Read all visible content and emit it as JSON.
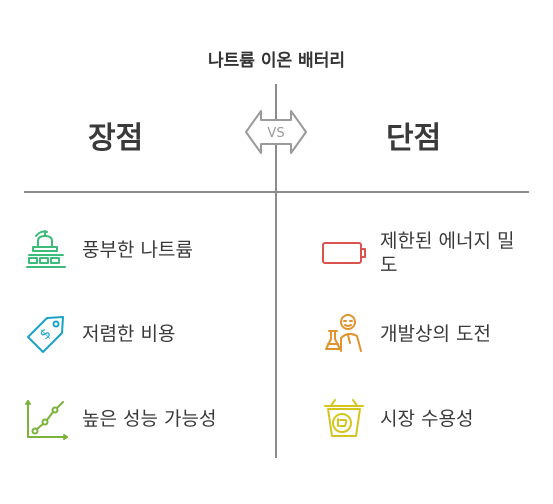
{
  "title": "나트륨 이온 배터리",
  "vs_label": "VS",
  "pros": {
    "heading": "장점",
    "items": [
      {
        "text": "풍부한 나트륨",
        "icon": "salt-deposit-icon"
      },
      {
        "text": "저렴한 비용",
        "icon": "price-tag-icon"
      },
      {
        "text": "높은 성능 가능성",
        "icon": "growth-chart-icon"
      }
    ]
  },
  "cons": {
    "heading": "단점",
    "items": [
      {
        "text": "제한된 에너지 밀도",
        "icon": "low-battery-icon"
      },
      {
        "text": "개발상의 도전",
        "icon": "scientist-icon"
      },
      {
        "text": "시장 수용성",
        "icon": "basket-thumbs-down-icon"
      }
    ]
  },
  "colors": {
    "pro_1": "#3dbb78",
    "pro_2": "#1aa3c6",
    "pro_3": "#7bb33a",
    "con_1": "#d9534f",
    "con_2": "#e0932f",
    "con_3": "#d4c51e",
    "divider": "#8c8c8c"
  }
}
